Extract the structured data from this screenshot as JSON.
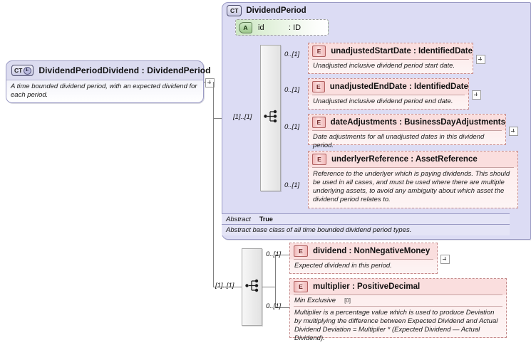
{
  "diagram": {
    "kind": "xsd-schema-diagram",
    "colors": {
      "complex_type_fill": "#dcdcf4",
      "element_fill": "#fadede",
      "attribute_fill": "#cbe6c2",
      "sequence_fill": "#ebebeb",
      "border": "#9a9ac4",
      "connector": "#808080"
    }
  },
  "referring_type": {
    "icon": "complex-type-expand-icon",
    "icon_label": "CT",
    "title": "DividendPeriodDividend  :  DividendPeriod",
    "documentation": "A time bounded dividend period, with an expected dividend for each period."
  },
  "main_type": {
    "icon": "complex-type-icon",
    "icon_label": "CT",
    "title": "DividendPeriod",
    "attribute": {
      "icon": "attribute-icon",
      "icon_label": "A",
      "name": "id",
      "type": ": ID"
    },
    "abstract": {
      "label": "Abstract",
      "value": "True",
      "documentation": "Abstract base class of all time bounded dividend period types."
    }
  },
  "compositors": [
    {
      "name": "sequence-top",
      "cardinality": "[1]..[1]"
    },
    {
      "name": "sequence-bottom",
      "cardinality": "[1]..[1]"
    }
  ],
  "elements": [
    {
      "icon": "element-icon",
      "icon_label": "E",
      "title": "unadjustedStartDate  :  IdentifiedDate",
      "documentation": "Unadjusted inclusive dividend period start date.",
      "cardinality": "0..[1]",
      "expandable": true
    },
    {
      "icon": "element-icon",
      "icon_label": "E",
      "title": "unadjustedEndDate  :  IdentifiedDate",
      "documentation": "Unadjusted inclusive dividend period end date.",
      "cardinality": "0..[1]",
      "expandable": true
    },
    {
      "icon": "element-icon",
      "icon_label": "E",
      "title": "dateAdjustments  :  BusinessDayAdjustments",
      "documentation": "Date adjustments for all unadjusted dates in this dividend period.",
      "cardinality": "0..[1]",
      "expandable": true
    },
    {
      "icon": "element-icon",
      "icon_label": "E",
      "title": "underlyerReference  :  AssetReference",
      "documentation": "Reference to the underlyer which is paying dividends. This should be used in all cases, and must be used where there are multiple underlying assets, to avoid any ambiguity about which asset the dividend period relates to.",
      "cardinality": "0..[1]",
      "expandable": false
    },
    {
      "icon": "element-icon",
      "icon_label": "E",
      "title": "dividend  :  NonNegativeMoney",
      "documentation": "Expected dividend in this period.",
      "cardinality": "0..[1]",
      "expandable": true
    },
    {
      "icon": "element-icon",
      "icon_label": "E",
      "title": "multiplier  :  PositiveDecimal",
      "facet_label": "Min Exclusive",
      "facet_value": "[0]",
      "documentation": "Multiplier is a percentage value which is used to produce Deviation by multiplying the difference between Expected Dividend and Actual Dividend Deviation = Multiplier * (Expected Dividend — Actual Dividend).",
      "cardinality": "0..[1]",
      "expandable": false
    }
  ]
}
